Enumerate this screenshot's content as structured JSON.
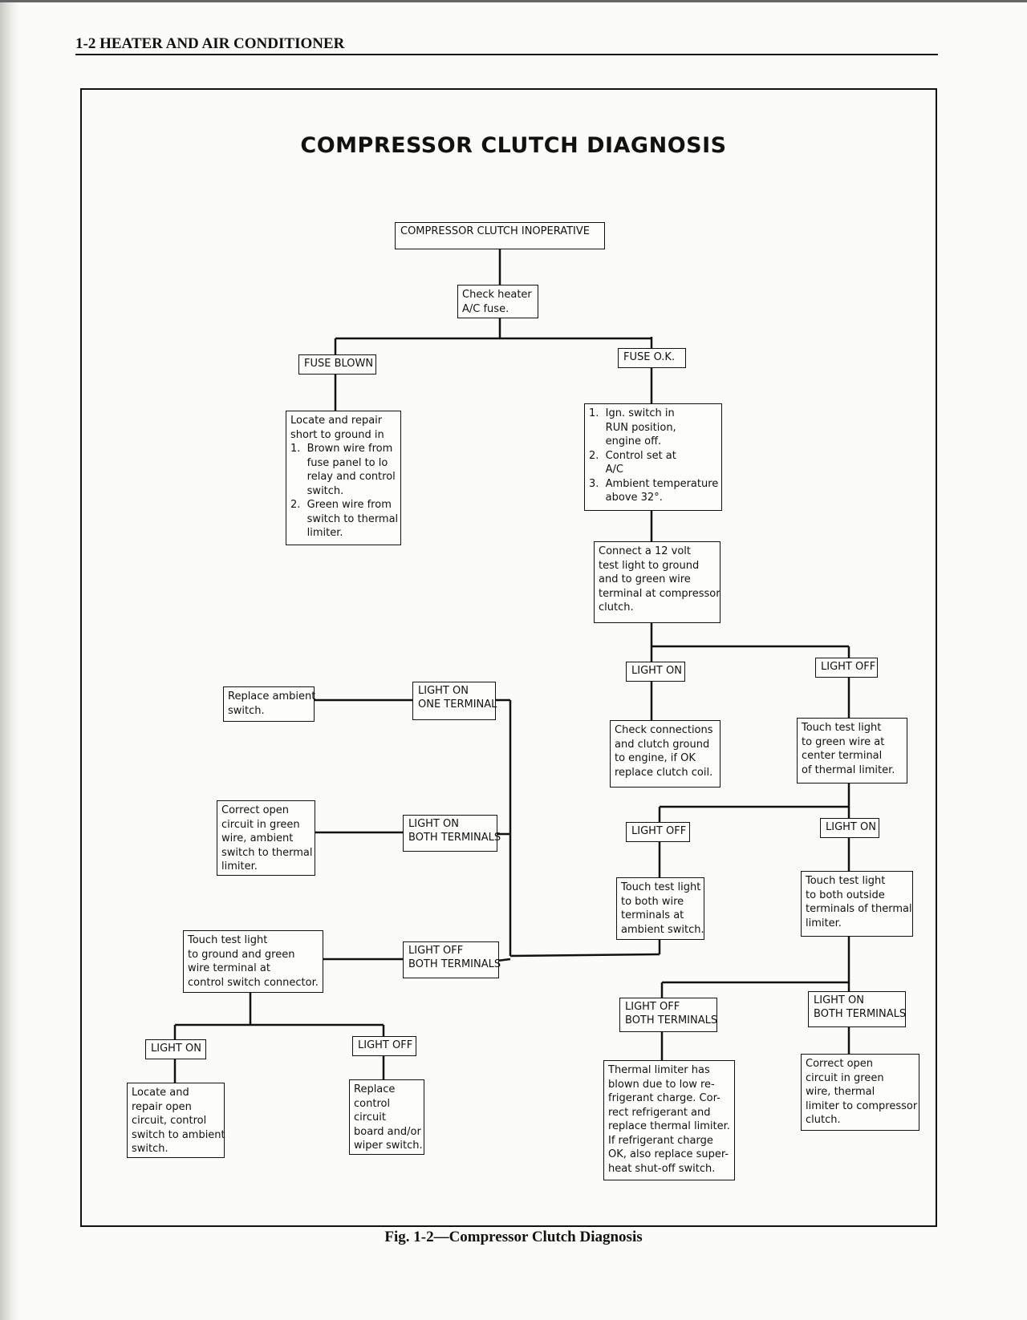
{
  "page": {
    "header": "1-2  HEATER AND AIR CONDITIONER",
    "title": "COMPRESSOR CLUTCH DIAGNOSIS",
    "caption": "Fig. 1-2—Compressor Clutch Diagnosis"
  },
  "nodes": {
    "start": "COMPRESSOR CLUTCH INOPERATIVE",
    "check_fuse": "Check heater\nA/C fuse.",
    "fuse_blown": "FUSE BLOWN",
    "fuse_ok": "FUSE O.K.",
    "repair_short": "Locate and repair\nshort to ground in\n1.  Brown wire from\n     fuse panel to lo\n     relay and control\n     switch.\n2.  Green wire from\n     switch to thermal\n     limiter.",
    "checklist": "1.  Ign. switch in\n     RUN position,\n     engine off.\n2.  Control set at\n     A/C\n3.  Ambient temperature\n     above 32°.",
    "connect_test_light": "Connect a 12 volt\ntest light to ground\nand to green wire\nterminal at compressor\nclutch.",
    "light_on_1": "LIGHT ON",
    "light_off_1": "LIGHT OFF",
    "check_connections": "Check connections\nand clutch ground\nto engine, if OK\nreplace clutch coil.",
    "touch_center_terminal": "Touch test light\nto green wire at\ncenter terminal\nof thermal limiter.",
    "light_off_2": "LIGHT OFF",
    "light_on_2": "LIGHT ON",
    "touch_ambient_switch": "Touch test light\nto both wire\nterminals at\nambient switch.",
    "touch_outside_terminals": "Touch test light\nto both outside\nterminals of thermal\nlimiter.",
    "light_off_both_right": "LIGHT OFF\nBOTH TERMINALS",
    "light_on_both_right": "LIGHT ON\nBOTH TERMINALS",
    "thermal_limiter_blown": "Thermal limiter has\nblown due to low re-\nfrigerant charge. Cor-\nrect refrigerant and\nreplace thermal limiter.\nIf refrigerant charge\nOK, also replace super-\nheat shut-off switch.",
    "correct_open_limiter": "Correct open\ncircuit in green\nwire, thermal\nlimiter to compressor\nclutch.",
    "light_on_one_terminal": "LIGHT ON\nONE TERMINAL",
    "light_on_both_terminals": "LIGHT ON\nBOTH TERMINALS",
    "light_off_both_terminals": "LIGHT OFF\nBOTH TERMINALS",
    "replace_ambient_switch": "Replace ambient\nswitch.",
    "correct_open_ambient": "Correct open\ncircuit in green\nwire, ambient\nswitch to thermal\nlimiter.",
    "touch_control_switch": "Touch test light\nto ground and green\nwire terminal at\ncontrol switch connector.",
    "light_on_3": "LIGHT ON",
    "light_off_3": "LIGHT OFF",
    "repair_open_control": "Locate and\nrepair open\ncircuit, control\nswitch to ambient\nswitch.",
    "replace_control_board": "Replace\ncontrol\ncircuit\nboard and/or\nwiper switch."
  }
}
